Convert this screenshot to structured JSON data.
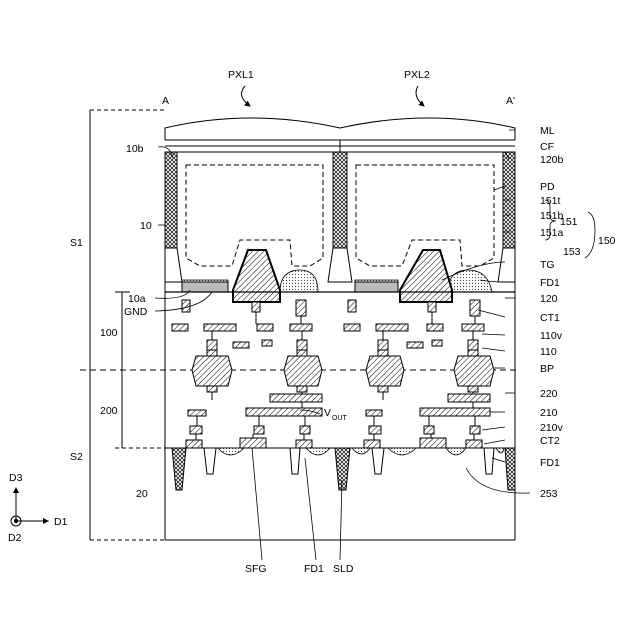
{
  "labels": {
    "pxl1": "PXL1",
    "pxl2": "PXL2",
    "a": "A",
    "a_prime": "A'",
    "ml": "ML",
    "cf": "CF",
    "l120b": "120b",
    "l10b": "10b",
    "pd": "PD",
    "l151t": "151t",
    "l151b": "151b",
    "l151a": "151a",
    "l151": "151",
    "l150": "150",
    "l153": "153",
    "tg": "TG",
    "l10": "10",
    "s1": "S1",
    "l10a": "10a",
    "gnd": "GND",
    "fd1_top": "FD1",
    "l120": "120",
    "ct1": "CT1",
    "l100": "100",
    "l110v": "110v",
    "l110": "110",
    "bp": "BP",
    "l220": "220",
    "l200": "200",
    "vout_v": "V",
    "vout_sub": "OUT",
    "l210": "210",
    "l210v": "210v",
    "ct2": "CT2",
    "s2": "S2",
    "fd1_right": "FD1",
    "l20": "20",
    "l253": "253",
    "d3": "D3",
    "d1": "D1",
    "d2": "D2",
    "sfg": "SFG",
    "fd1_bottom": "FD1",
    "sld": "SLD"
  }
}
